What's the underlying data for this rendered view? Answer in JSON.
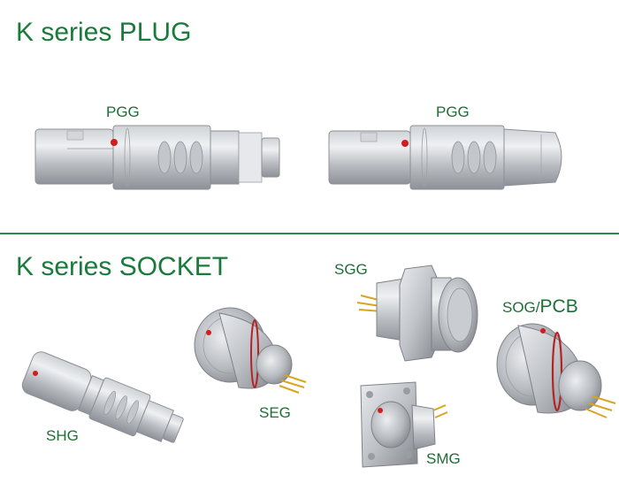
{
  "plug_section": {
    "title": "K series PLUG",
    "items": [
      {
        "label": "PGG"
      },
      {
        "label": "PGG"
      }
    ]
  },
  "socket_section": {
    "title": "K series SOCKET",
    "items": [
      {
        "label": "SHG"
      },
      {
        "label": "SEG"
      },
      {
        "label": "SGG"
      },
      {
        "label": "SMG"
      },
      {
        "label_prefix": "SOG/",
        "label_suffix": "PCB"
      }
    ]
  },
  "colors": {
    "title_green": "#1a7a3c",
    "divider_green": "#2a8a48",
    "metal_light": "#dfe1e4",
    "metal_mid": "#b9bcc1",
    "metal_dark": "#8d9096",
    "marker_red": "#d41c1c",
    "pin_gold": "#d9a520"
  }
}
